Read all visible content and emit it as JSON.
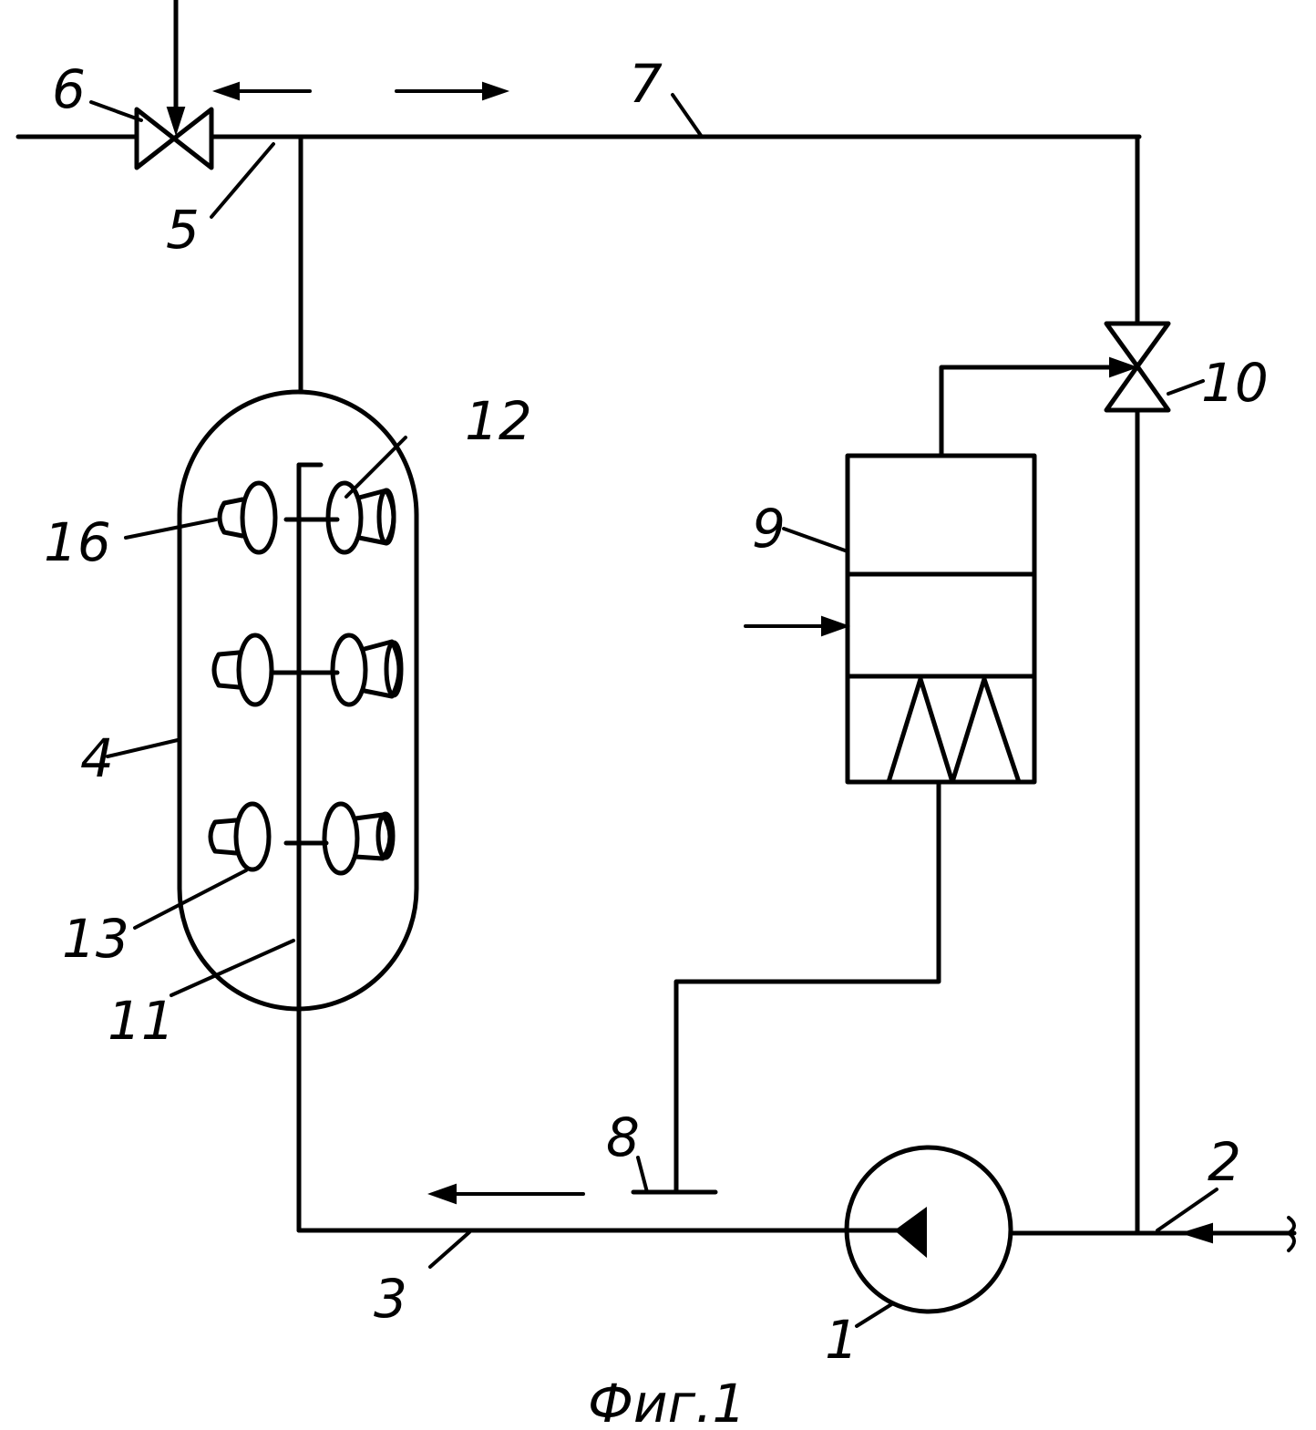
{
  "labels": {
    "pump": "1",
    "inlet_pipe": "2",
    "outlet_pipe": "3",
    "tank": "4",
    "pipe_top_left": "5",
    "valve_left": "6",
    "bypass_line": "7",
    "injector": "8",
    "filter_unit": "9",
    "valve_right": "10",
    "center_pipe": "11",
    "nozzle_right": "12",
    "nozzle_left_lower": "13",
    "nozzle_left_upper": "16"
  },
  "caption": "Фиг.1"
}
